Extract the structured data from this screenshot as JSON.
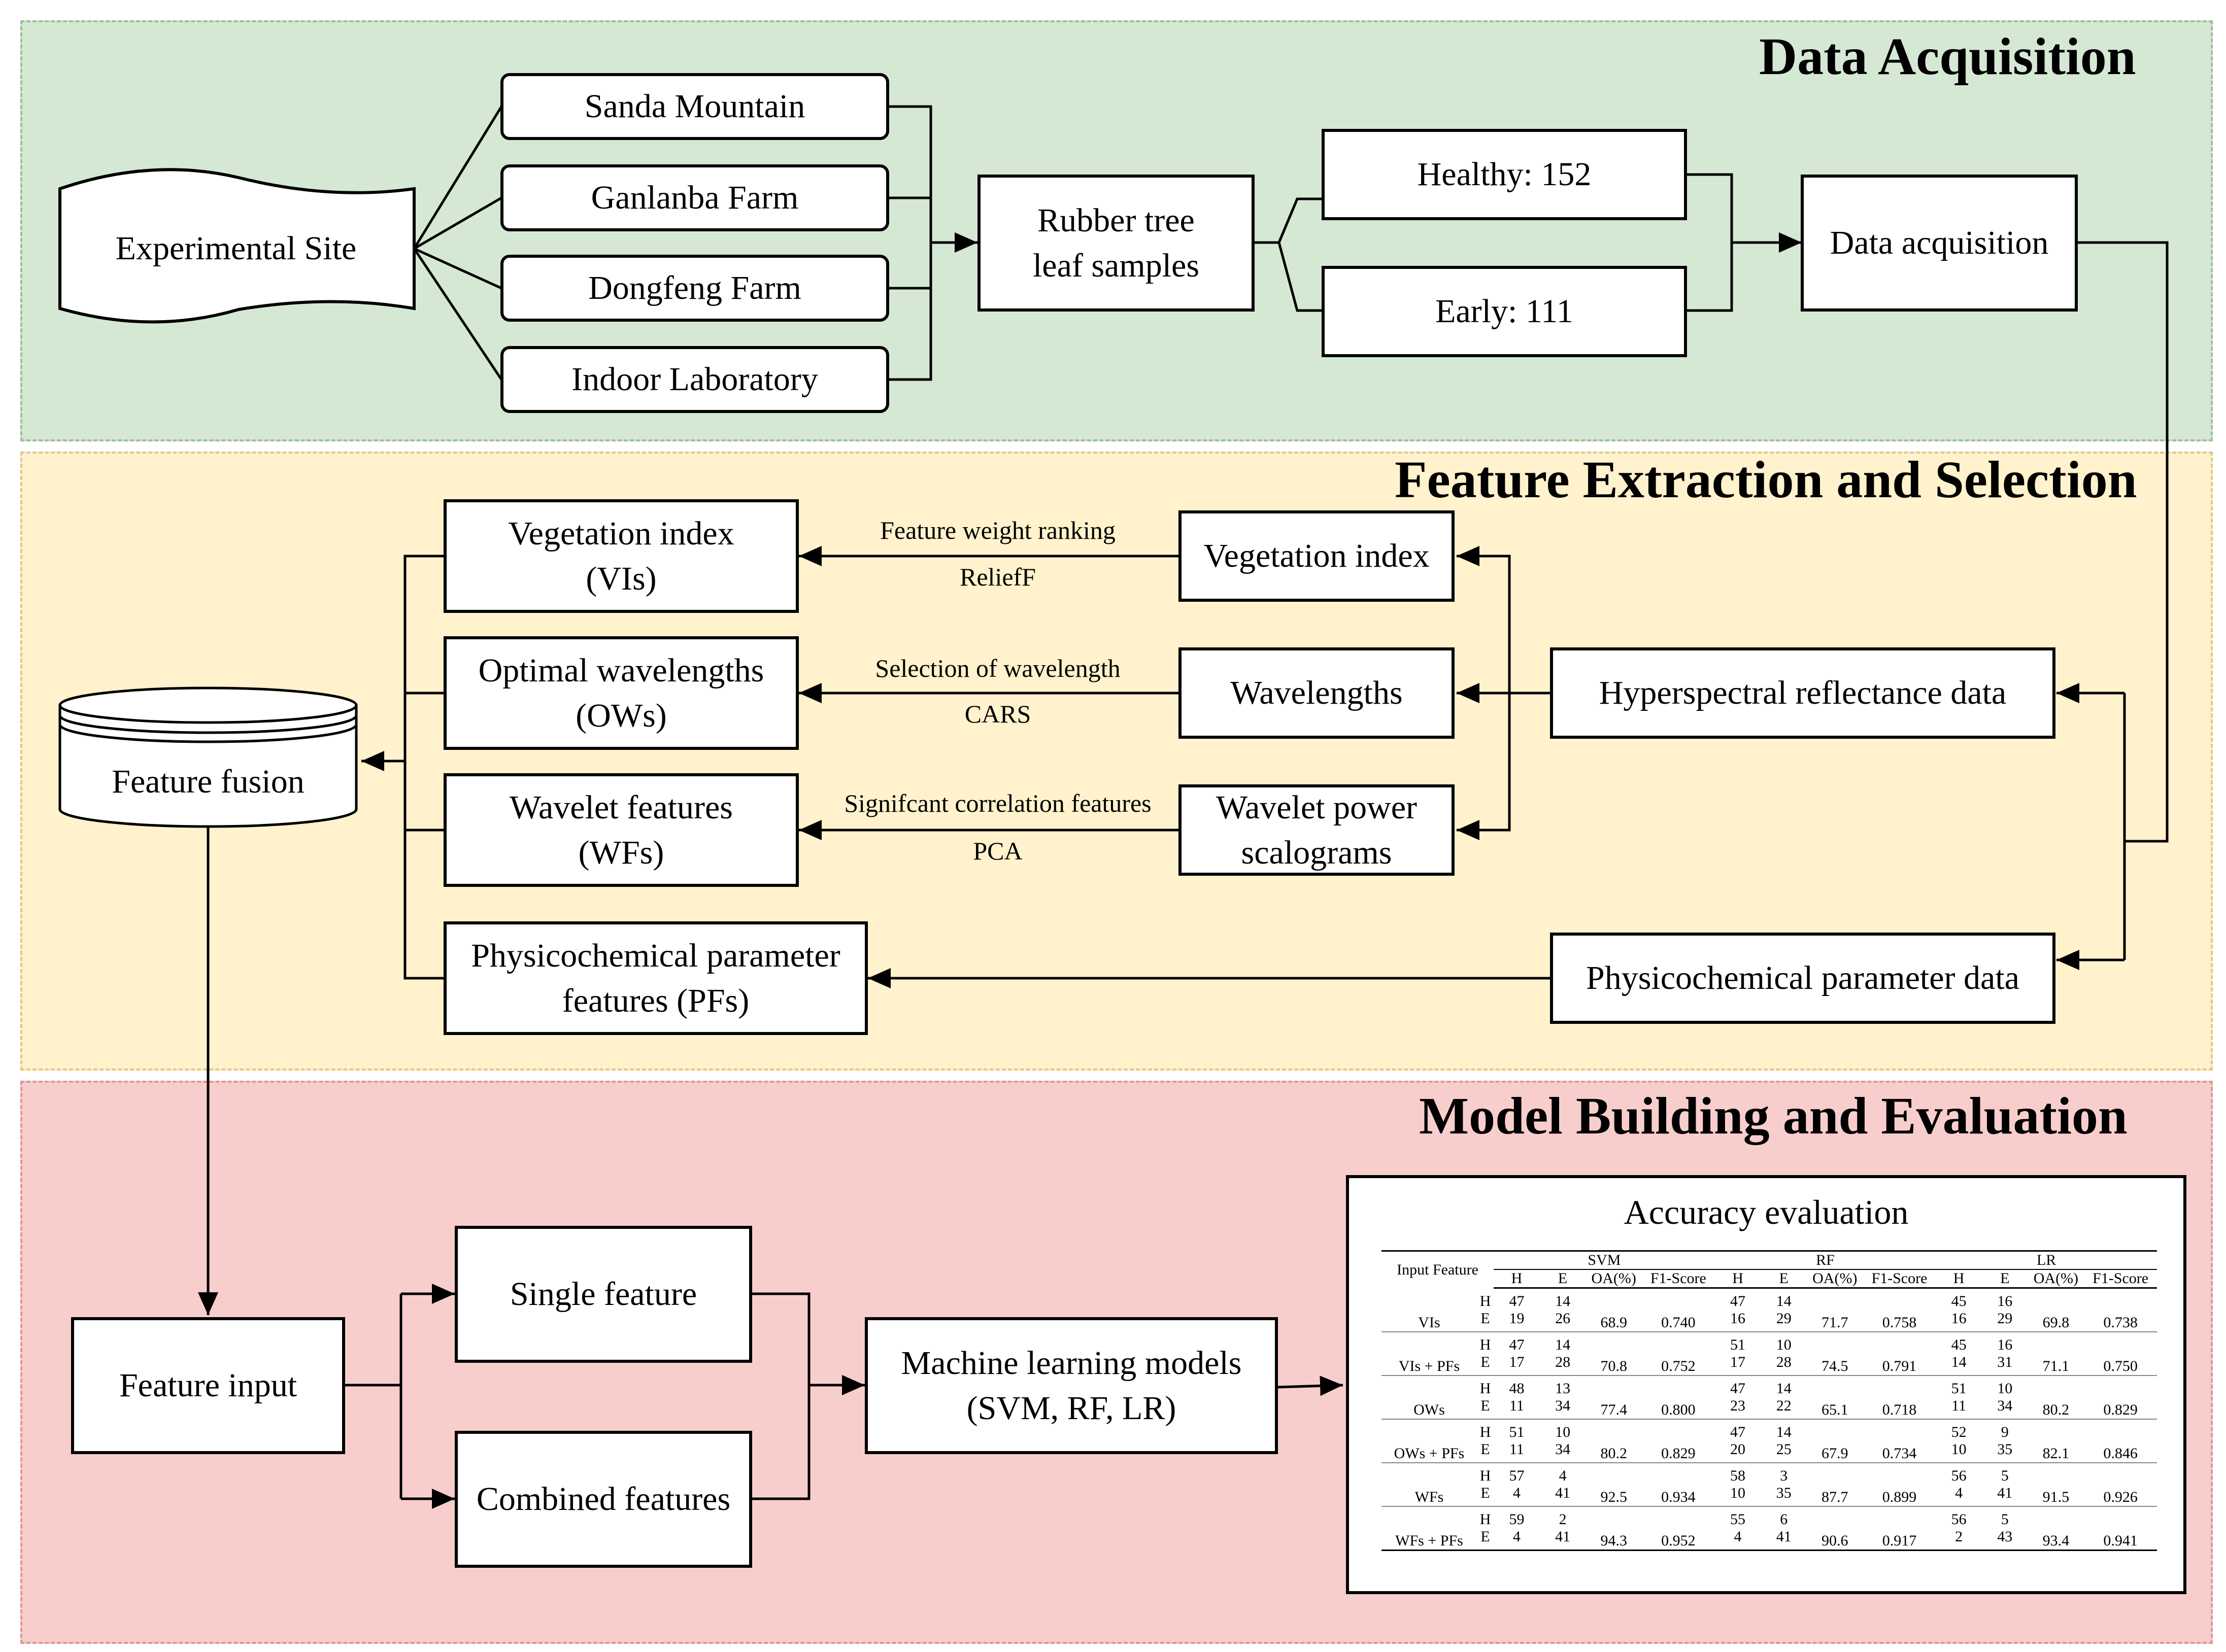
{
  "sections": {
    "data_acquisition": "Data Acquisition",
    "feature_extraction": "Feature Extraction and Selection",
    "model_building": "Model Building and Evaluation"
  },
  "nodes": {
    "experimental_site": "Experimental Site",
    "sanda": "Sanda Mountain",
    "ganlanba": "Ganlanba Farm",
    "dongfeng": "Dongfeng Farm",
    "indoor": "Indoor Laboratory",
    "rubber": "Rubber tree\nleaf samples",
    "healthy": "Healthy: 152",
    "early": "Early: 111",
    "data_acq": "Data acquisition",
    "veg_index_sel": "Vegetation index\n(VIs)",
    "opt_wave": "Optimal wavelengths\n(OWs)",
    "wavelet_feat": "Wavelet features\n(WFs)",
    "physico_feat": "Physicochemical parameter\nfeatures (PFs)",
    "veg_index": "Vegetation index",
    "wavelengths": "Wavelengths",
    "wavelet_power": "Wavelet power\nscalograms",
    "hyperspectral": "Hyperspectral reflectance data",
    "physico_data": "Physicochemical parameter data",
    "feature_fusion": "Feature fusion",
    "feature_input": "Feature input",
    "single": "Single feature",
    "combined": "Combined features",
    "ml_models": "Machine learning models\n(SVM, RF, LR)"
  },
  "edge_labels": {
    "fw_ranking": "Feature weight ranking",
    "relieff": "ReliefF",
    "sel_wave": "Selection of wavelength",
    "cars": "CARS",
    "sig_corr": "Signifcant correlation features",
    "pca": "PCA"
  },
  "table": {
    "title": "Accuracy evaluation",
    "input_feature_header": "Input Feature",
    "groups": [
      "SVM",
      "RF",
      "LR"
    ],
    "sub_headers": [
      "H",
      "E",
      "OA(%)",
      "F1-Score"
    ],
    "rows": [
      {
        "name": "VIs",
        "svm": {
          "h": [
            "47",
            "14"
          ],
          "e": [
            "19",
            "26"
          ],
          "oa": "68.9",
          "f1": "0.740"
        },
        "rf": {
          "h": [
            "47",
            "14"
          ],
          "e": [
            "16",
            "29"
          ],
          "oa": "71.7",
          "f1": "0.758"
        },
        "lr": {
          "h": [
            "45",
            "16"
          ],
          "e": [
            "16",
            "29"
          ],
          "oa": "69.8",
          "f1": "0.738"
        }
      },
      {
        "name": "VIs + PFs",
        "svm": {
          "h": [
            "47",
            "14"
          ],
          "e": [
            "17",
            "28"
          ],
          "oa": "70.8",
          "f1": "0.752"
        },
        "rf": {
          "h": [
            "51",
            "10"
          ],
          "e": [
            "17",
            "28"
          ],
          "oa": "74.5",
          "f1": "0.791"
        },
        "lr": {
          "h": [
            "45",
            "16"
          ],
          "e": [
            "14",
            "31"
          ],
          "oa": "71.1",
          "f1": "0.750"
        }
      },
      {
        "name": "OWs",
        "svm": {
          "h": [
            "48",
            "13"
          ],
          "e": [
            "11",
            "34"
          ],
          "oa": "77.4",
          "f1": "0.800"
        },
        "rf": {
          "h": [
            "47",
            "14"
          ],
          "e": [
            "23",
            "22"
          ],
          "oa": "65.1",
          "f1": "0.718"
        },
        "lr": {
          "h": [
            "51",
            "10"
          ],
          "e": [
            "11",
            "34"
          ],
          "oa": "80.2",
          "f1": "0.829"
        }
      },
      {
        "name": "OWs + PFs",
        "svm": {
          "h": [
            "51",
            "10"
          ],
          "e": [
            "11",
            "34"
          ],
          "oa": "80.2",
          "f1": "0.829"
        },
        "rf": {
          "h": [
            "47",
            "14"
          ],
          "e": [
            "20",
            "25"
          ],
          "oa": "67.9",
          "f1": "0.734"
        },
        "lr": {
          "h": [
            "52",
            "9"
          ],
          "e": [
            "10",
            "35"
          ],
          "oa": "82.1",
          "f1": "0.846"
        }
      },
      {
        "name": "WFs",
        "svm": {
          "h": [
            "57",
            "4"
          ],
          "e": [
            "4",
            "41"
          ],
          "oa": "92.5",
          "f1": "0.934"
        },
        "rf": {
          "h": [
            "58",
            "3"
          ],
          "e": [
            "10",
            "35"
          ],
          "oa": "87.7",
          "f1": "0.899"
        },
        "lr": {
          "h": [
            "56",
            "5"
          ],
          "e": [
            "4",
            "41"
          ],
          "oa": "91.5",
          "f1": "0.926"
        }
      },
      {
        "name": "WFs + PFs",
        "svm": {
          "h": [
            "59",
            "2"
          ],
          "e": [
            "4",
            "41"
          ],
          "oa": "94.3",
          "f1": "0.952"
        },
        "rf": {
          "h": [
            "55",
            "6"
          ],
          "e": [
            "4",
            "41"
          ],
          "oa": "90.6",
          "f1": "0.917"
        },
        "lr": {
          "h": [
            "56",
            "5"
          ],
          "e": [
            "2",
            "43"
          ],
          "oa": "93.4",
          "f1": "0.941"
        }
      }
    ]
  }
}
